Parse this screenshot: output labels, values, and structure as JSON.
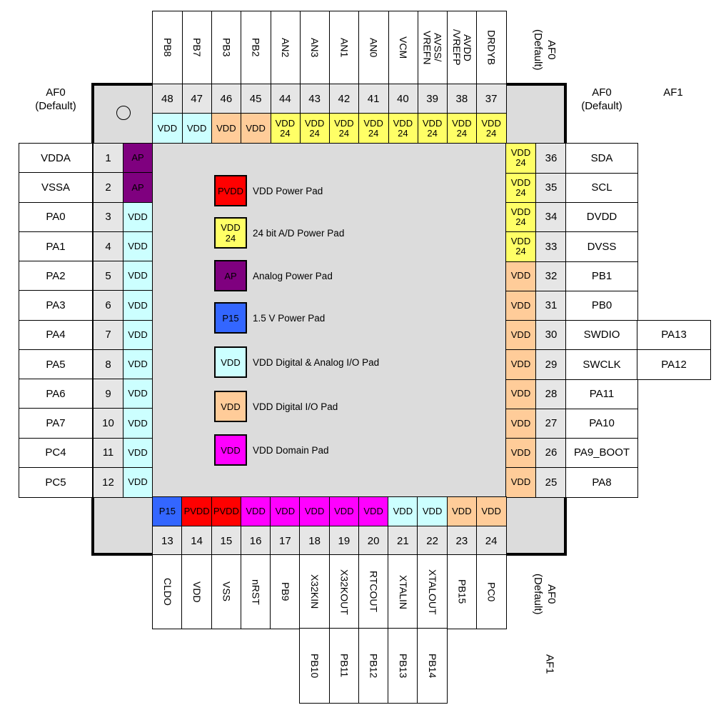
{
  "title": "48-pin package pin assignment diagram",
  "colors": {
    "PVDD": "#ff0000",
    "VDD24": "#ffff66",
    "AP": "#7f007f",
    "P15": "#3366ff",
    "VDD_DA": "#ccffff",
    "VDD_D": "#ffcc99",
    "VDD_DOM": "#ff00ff",
    "chip_body": "#dcdcdc",
    "pin_number": "#e6e6e6"
  },
  "headers": {
    "left_af0": "AF0\n(Default)",
    "right_af0": "AF0\n(Default)",
    "right_af1": "AF1",
    "top_af0": "AF0\n(Default)",
    "bottom_af0": "AF0\n(Default)",
    "bottom_af1": "AF1"
  },
  "legend": [
    {
      "type": "PVDD",
      "swatch": "PVDD",
      "text": "VDD Power Pad"
    },
    {
      "type": "VDD24",
      "swatch": "VDD\n24",
      "text": "24 bit A/D Power Pad"
    },
    {
      "type": "AP",
      "swatch": "AP",
      "text": "Analog Power Pad"
    },
    {
      "type": "P15",
      "swatch": "P15",
      "text": "1.5 V Power Pad"
    },
    {
      "type": "VDD_DA",
      "swatch": "VDD",
      "text": "VDD Digital & Analog I/O Pad"
    },
    {
      "type": "VDD_D",
      "swatch": "VDD",
      "text": "VDD Digital I/O Pad"
    },
    {
      "type": "VDD_DOM",
      "swatch": "VDD",
      "text": "VDD Domain Pad"
    }
  ],
  "pins": {
    "left": [
      {
        "num": "1",
        "name": "VDDA",
        "pad": "AP",
        "type": "AP"
      },
      {
        "num": "2",
        "name": "VSSA",
        "pad": "AP",
        "type": "AP"
      },
      {
        "num": "3",
        "name": "PA0",
        "pad": "VDD",
        "type": "VDD_DA"
      },
      {
        "num": "4",
        "name": "PA1",
        "pad": "VDD",
        "type": "VDD_DA"
      },
      {
        "num": "5",
        "name": "PA2",
        "pad": "VDD",
        "type": "VDD_DA"
      },
      {
        "num": "6",
        "name": "PA3",
        "pad": "VDD",
        "type": "VDD_DA"
      },
      {
        "num": "7",
        "name": "PA4",
        "pad": "VDD",
        "type": "VDD_DA"
      },
      {
        "num": "8",
        "name": "PA5",
        "pad": "VDD",
        "type": "VDD_DA"
      },
      {
        "num": "9",
        "name": "PA6",
        "pad": "VDD",
        "type": "VDD_DA"
      },
      {
        "num": "10",
        "name": "PA7",
        "pad": "VDD",
        "type": "VDD_DA"
      },
      {
        "num": "11",
        "name": "PC4",
        "pad": "VDD",
        "type": "VDD_DA"
      },
      {
        "num": "12",
        "name": "PC5",
        "pad": "VDD",
        "type": "VDD_DA"
      }
    ],
    "bottom": [
      {
        "num": "13",
        "name": "CLDO",
        "af1": "",
        "pad": "P15",
        "type": "P15"
      },
      {
        "num": "14",
        "name": "VDD",
        "af1": "",
        "pad": "PVDD",
        "type": "PVDD"
      },
      {
        "num": "15",
        "name": "VSS",
        "af1": "",
        "pad": "PVDD",
        "type": "PVDD"
      },
      {
        "num": "16",
        "name": "nRST",
        "af1": "",
        "pad": "VDD",
        "type": "VDD_DOM"
      },
      {
        "num": "17",
        "name": "PB9",
        "af1": "",
        "pad": "VDD",
        "type": "VDD_DOM"
      },
      {
        "num": "18",
        "name": "X32KIN",
        "af1": "PB10",
        "pad": "VDD",
        "type": "VDD_DOM"
      },
      {
        "num": "19",
        "name": "X32KOUT",
        "af1": "PB11",
        "pad": "VDD",
        "type": "VDD_DOM"
      },
      {
        "num": "20",
        "name": "RTCOUT",
        "af1": "PB12",
        "pad": "VDD",
        "type": "VDD_DOM"
      },
      {
        "num": "21",
        "name": "XTALIN",
        "af1": "PB13",
        "pad": "VDD",
        "type": "VDD_DA"
      },
      {
        "num": "22",
        "name": "XTALOUT",
        "af1": "PB14",
        "pad": "VDD",
        "type": "VDD_DA"
      },
      {
        "num": "23",
        "name": "PB15",
        "af1": "",
        "pad": "VDD",
        "type": "VDD_D"
      },
      {
        "num": "24",
        "name": "PC0",
        "af1": "",
        "pad": "VDD",
        "type": "VDD_D"
      }
    ],
    "right": [
      {
        "num": "25",
        "name": "PA8",
        "af1": "",
        "pad": "VDD",
        "type": "VDD_D"
      },
      {
        "num": "26",
        "name": "PA9_BOOT",
        "af1": "",
        "pad": "VDD",
        "type": "VDD_D"
      },
      {
        "num": "27",
        "name": "PA10",
        "af1": "",
        "pad": "VDD",
        "type": "VDD_D"
      },
      {
        "num": "28",
        "name": "PA11",
        "af1": "",
        "pad": "VDD",
        "type": "VDD_D"
      },
      {
        "num": "29",
        "name": "SWCLK",
        "af1": "PA12",
        "pad": "VDD",
        "type": "VDD_D"
      },
      {
        "num": "30",
        "name": "SWDIO",
        "af1": "PA13",
        "pad": "VDD",
        "type": "VDD_D"
      },
      {
        "num": "31",
        "name": "PB0",
        "af1": "",
        "pad": "VDD",
        "type": "VDD_D"
      },
      {
        "num": "32",
        "name": "PB1",
        "af1": "",
        "pad": "VDD",
        "type": "VDD_D"
      },
      {
        "num": "33",
        "name": "DVSS",
        "af1": "",
        "pad": "VDD\n24",
        "type": "VDD24"
      },
      {
        "num": "34",
        "name": "DVDD",
        "af1": "",
        "pad": "VDD\n24",
        "type": "VDD24"
      },
      {
        "num": "35",
        "name": "SCL",
        "af1": "",
        "pad": "VDD\n24",
        "type": "VDD24"
      },
      {
        "num": "36",
        "name": "SDA",
        "af1": "",
        "pad": "VDD\n24",
        "type": "VDD24"
      }
    ],
    "top": [
      {
        "num": "37",
        "name": "DRDYB",
        "pad": "VDD\n24",
        "type": "VDD24"
      },
      {
        "num": "38",
        "name": "AVDD\n/VREFP",
        "pad": "VDD\n24",
        "type": "VDD24"
      },
      {
        "num": "39",
        "name": "AVSS/\nVREFN",
        "pad": "VDD\n24",
        "type": "VDD24"
      },
      {
        "num": "40",
        "name": "VCM",
        "pad": "VDD\n24",
        "type": "VDD24"
      },
      {
        "num": "41",
        "name": "AN0",
        "pad": "VDD\n24",
        "type": "VDD24"
      },
      {
        "num": "42",
        "name": "AN1",
        "pad": "VDD\n24",
        "type": "VDD24"
      },
      {
        "num": "43",
        "name": "AN3",
        "pad": "VDD\n24",
        "type": "VDD24"
      },
      {
        "num": "44",
        "name": "AN2",
        "pad": "VDD\n24",
        "type": "VDD24"
      },
      {
        "num": "45",
        "name": "PB2",
        "pad": "VDD",
        "type": "VDD_D"
      },
      {
        "num": "46",
        "name": "PB3",
        "pad": "VDD",
        "type": "VDD_D"
      },
      {
        "num": "47",
        "name": "PB7",
        "pad": "VDD",
        "type": "VDD_DA"
      },
      {
        "num": "48",
        "name": "PB8",
        "pad": "VDD",
        "type": "VDD_DA"
      }
    ]
  }
}
